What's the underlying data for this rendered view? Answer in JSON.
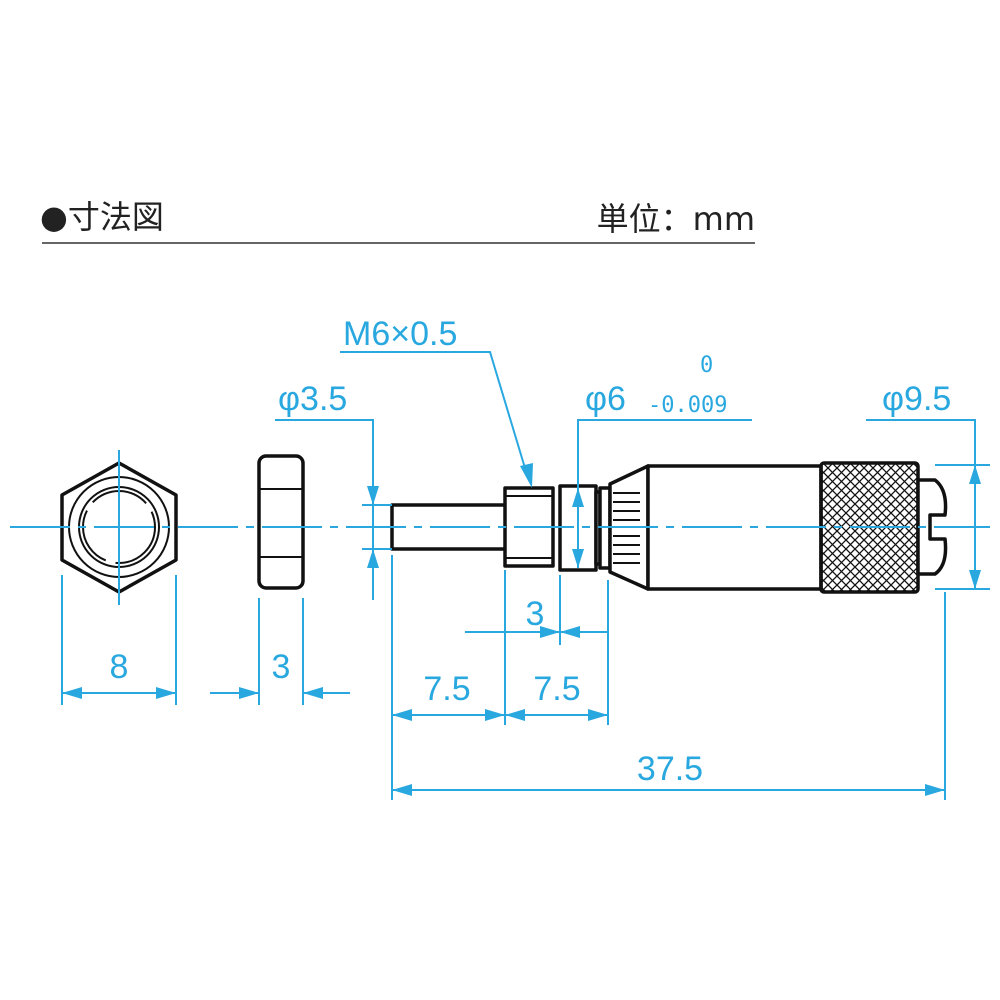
{
  "header": {
    "title": "●寸法図",
    "unit": "単位：mm"
  },
  "colors": {
    "dimension": "#29a8e0",
    "outline": "#111111"
  },
  "dimensions": {
    "thread": "M6×0.5",
    "spindle_dia": "φ3.5",
    "sleeve_dia": "φ6",
    "sleeve_tol_upper": "0",
    "sleeve_tol_lower": "-0.009",
    "knob_dia": "φ9.5",
    "nut_width": "8",
    "nut_thickness": "3",
    "ring_width": "3",
    "spindle_len": "7.5",
    "sleeve_len": "7.5",
    "total_len": "37.5"
  }
}
